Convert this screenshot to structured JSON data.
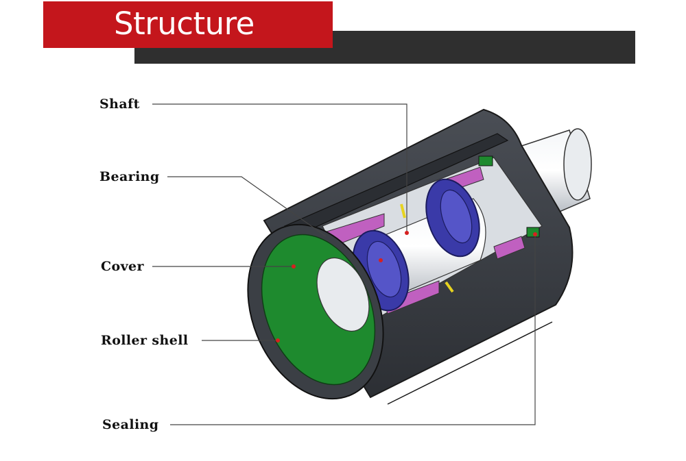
{
  "header": {
    "title": "Structure"
  },
  "labels": {
    "shaft": "Shaft",
    "bearing": "Bearing",
    "cover": "Cover",
    "roller_shell": "Roller shell",
    "sealing": "Sealing"
  },
  "colors": {
    "accent_red": "#c4161c",
    "header_bar": "#2f2f2f",
    "shell": "#3b3f45",
    "cover": "#1e8a2e",
    "bearing": "#3a3aa8",
    "housing": "#c060c0",
    "shaft": "#d4d8de"
  }
}
